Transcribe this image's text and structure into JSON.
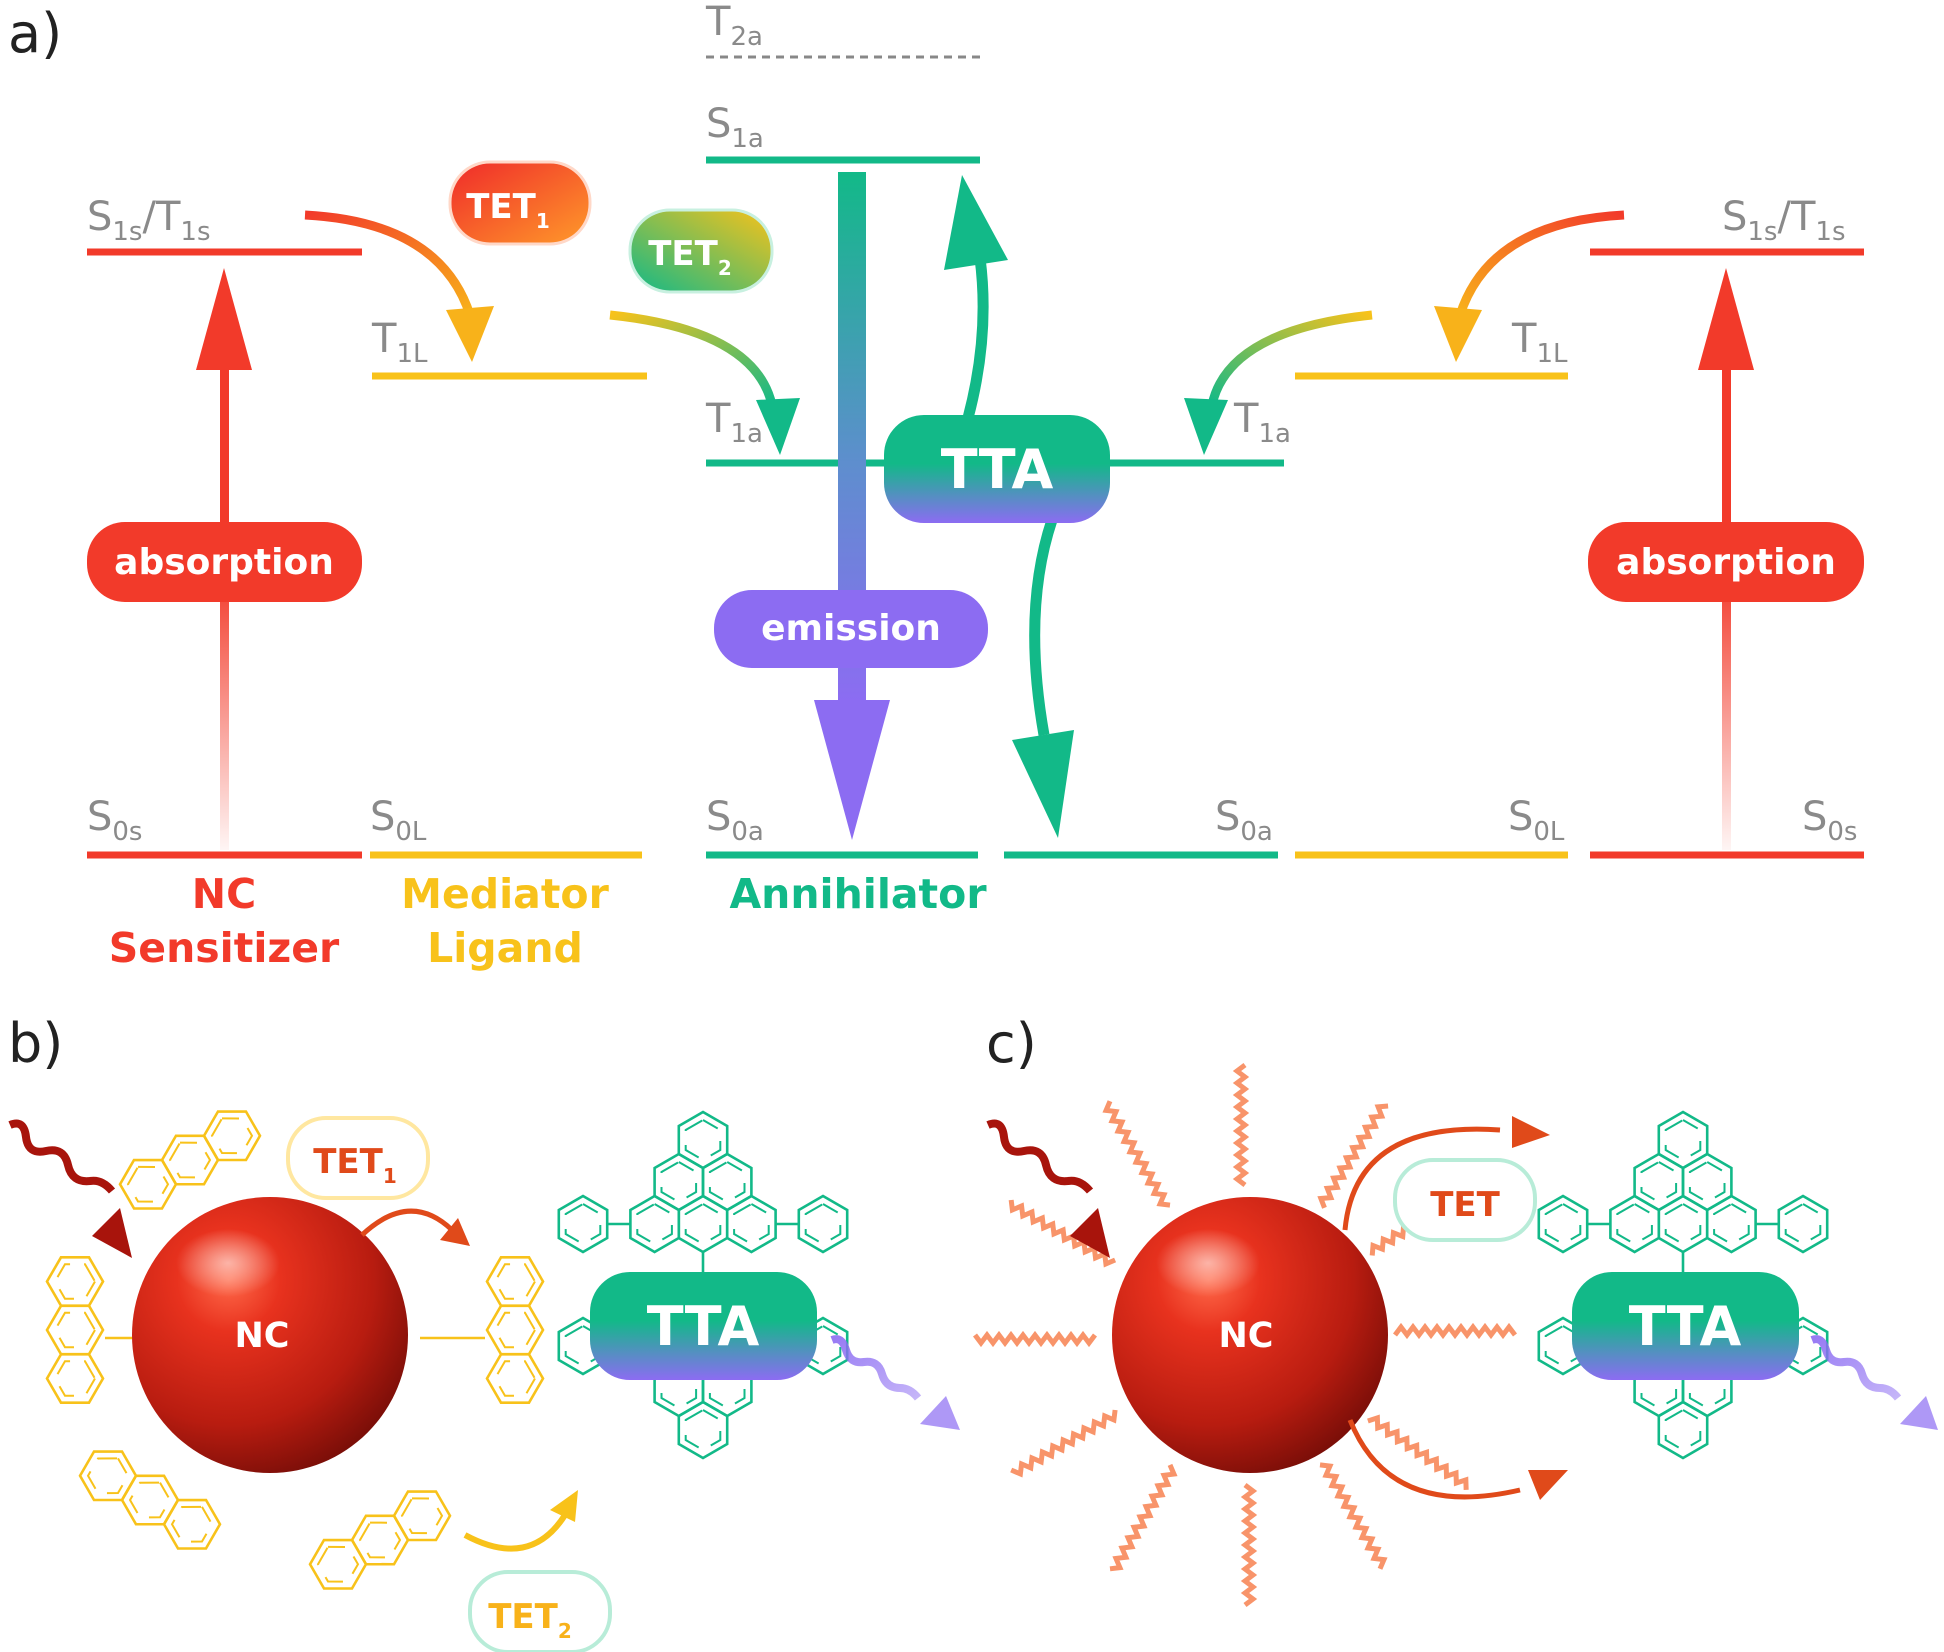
{
  "panels": {
    "a": "a)",
    "b": "b)",
    "c": "c)"
  },
  "levels": {
    "T2a": {
      "main": "T",
      "sub": "2a"
    },
    "S1a": {
      "main": "S",
      "sub": "1a"
    },
    "S1sT1s_left": {
      "main1": "S",
      "sub1": "1s",
      "sep": "/",
      "main2": "T",
      "sub2": "1s"
    },
    "S1sT1s_right": {
      "main1": "S",
      "sub1": "1s",
      "sep": "/",
      "main2": "T",
      "sub2": "1s"
    },
    "T1L_left": {
      "main": "T",
      "sub": "1L"
    },
    "T1L_right": {
      "main": "T",
      "sub": "1L"
    },
    "T1a_left": {
      "main": "T",
      "sub": "1a"
    },
    "T1a_right": {
      "main": "T",
      "sub": "1a"
    },
    "S0s_left": {
      "main": "S",
      "sub": "0s"
    },
    "S0L_left": {
      "main": "S",
      "sub": "0L"
    },
    "S0a_left": {
      "main": "S",
      "sub": "0a"
    },
    "S0a_right": {
      "main": "S",
      "sub": "0a"
    },
    "S0L_right": {
      "main": "S",
      "sub": "0L"
    },
    "S0s_right": {
      "main": "S",
      "sub": "0s"
    }
  },
  "pills": {
    "tet1": {
      "main": "TET",
      "sub": "1"
    },
    "tet2": {
      "main": "TET",
      "sub": "2"
    },
    "tta": "TTA",
    "emission": "emission",
    "absorption_left": "absorption",
    "absorption_right": "absorption",
    "b_tet1": {
      "main": "TET",
      "sub": "1"
    },
    "b_tet2": {
      "main": "TET",
      "sub": "2"
    },
    "b_tta": "TTA",
    "c_tet": "TET",
    "c_tta": "TTA"
  },
  "categories": {
    "nc_line1": "NC",
    "nc_line2": "Sensitizer",
    "mediator_line1": "Mediator",
    "mediator_line2": "Ligand",
    "annihilator": "Annihilator"
  },
  "nc": {
    "b": "NC",
    "c": "NC"
  },
  "colors": {
    "red": "#f23a2a",
    "orange": "#ff8a2a",
    "yellow": "#f8c21a",
    "green": "#12b988",
    "purple": "#8c6cf2",
    "gray": "#8a8a8a",
    "darkred": "#a8140c",
    "salmon": "#f8946a"
  }
}
